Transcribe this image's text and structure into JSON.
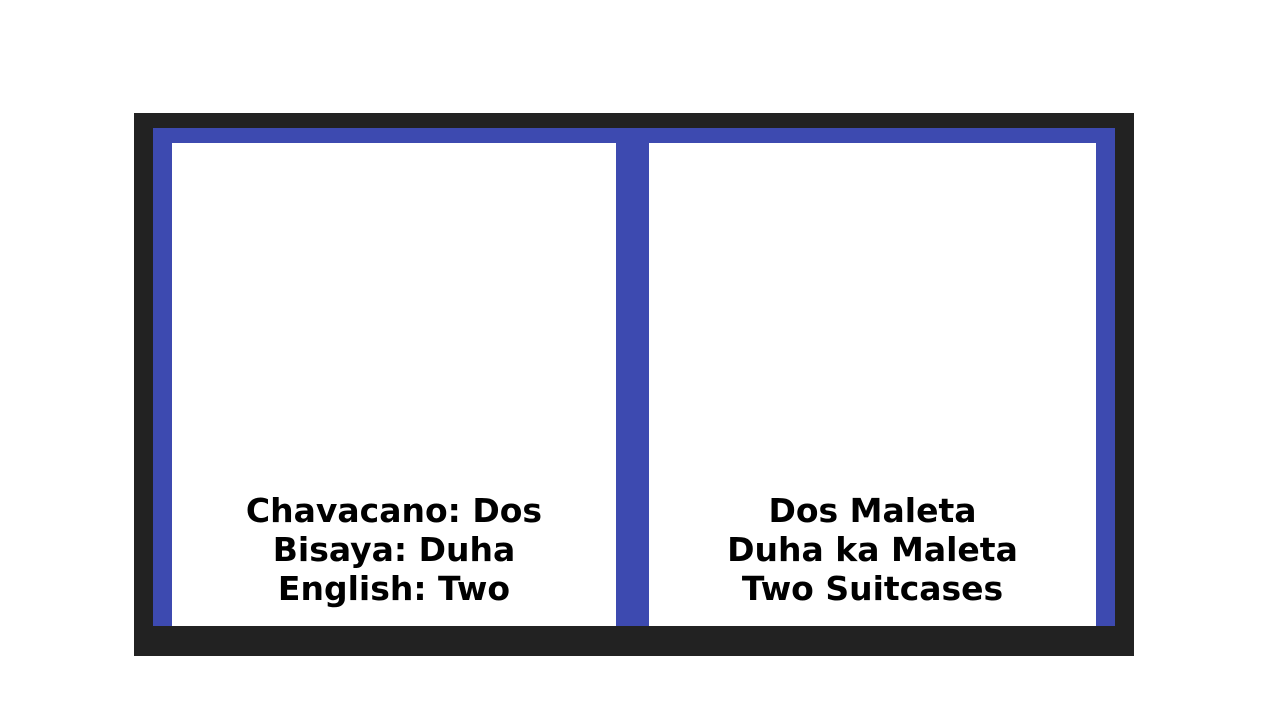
{
  "colors": {
    "outer_frame": "#222222",
    "inner_frame": "#3d4ab0",
    "panel_background": "#ffffff",
    "text": "#000000"
  },
  "left_panel": {
    "lines": [
      "Chavacano: Dos",
      "Bisaya: Duha",
      "English: Two"
    ]
  },
  "right_panel": {
    "lines": [
      "Dos Maleta",
      "Duha ka Maleta",
      "Two Suitcases"
    ]
  }
}
